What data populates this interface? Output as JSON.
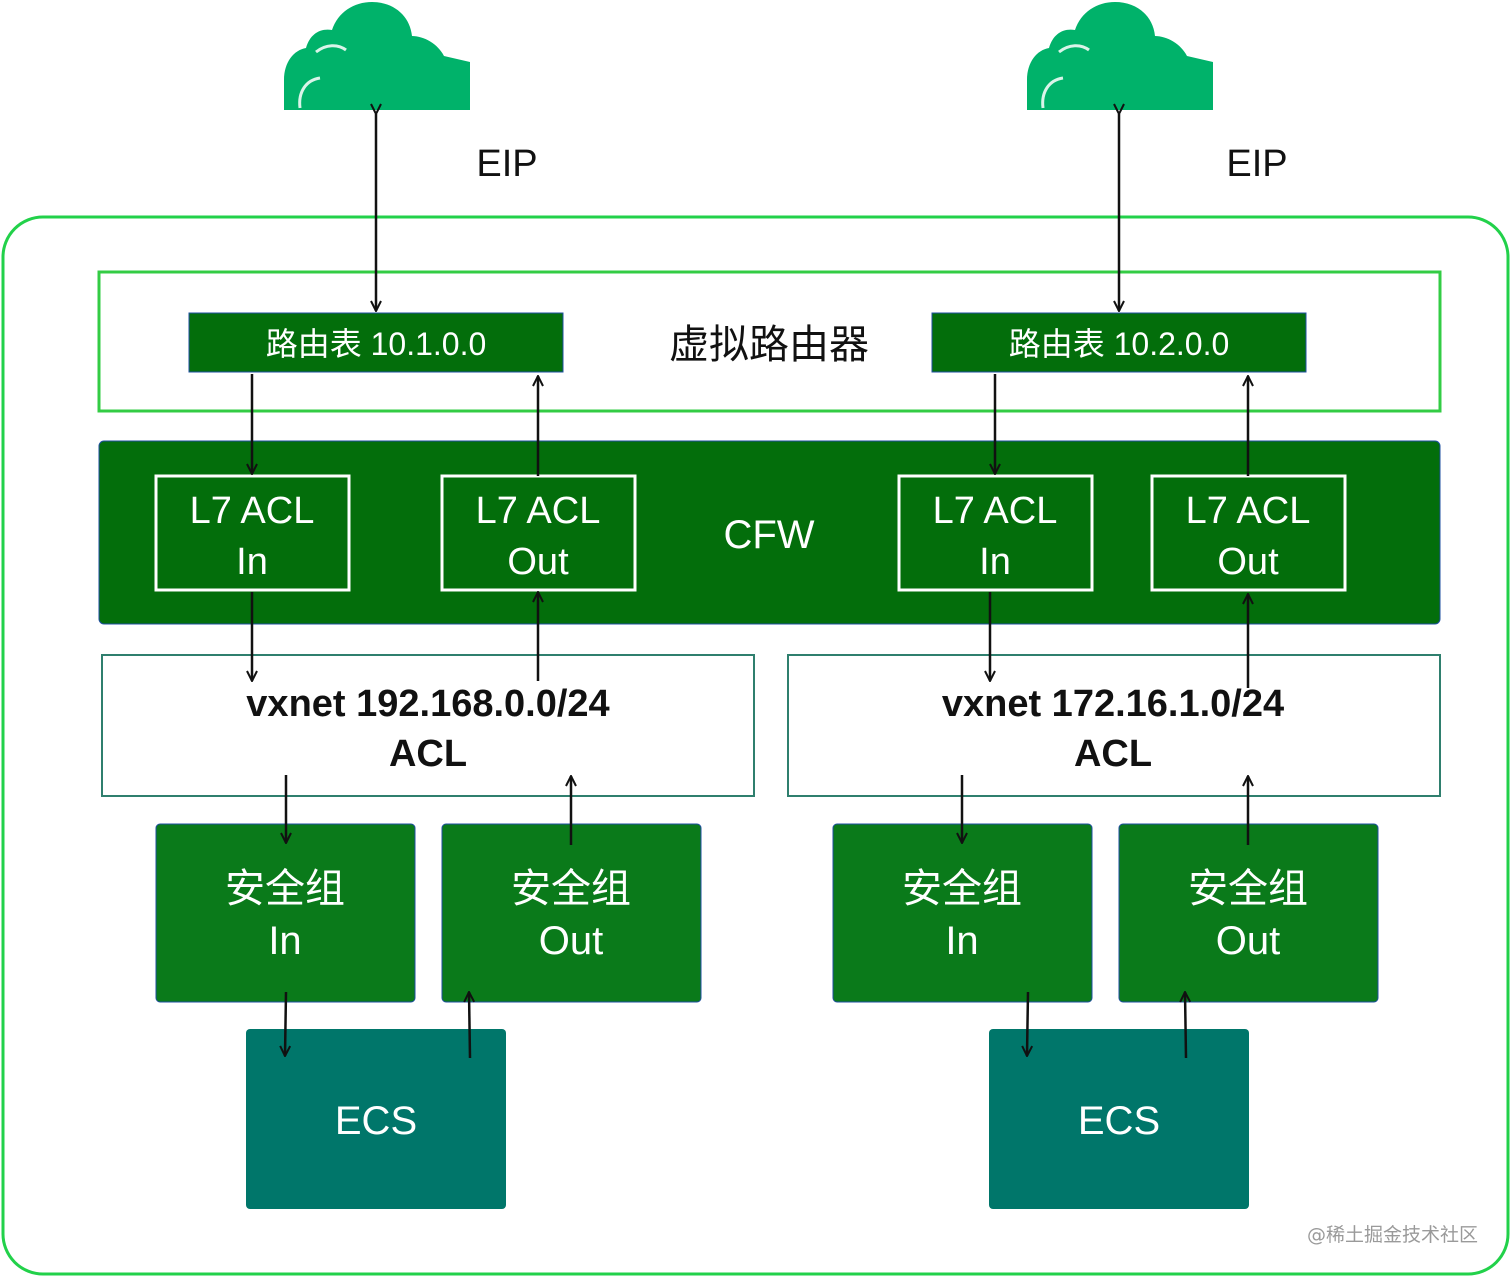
{
  "colors": {
    "cloud": "#00b26a",
    "outer_border": "#22d14a",
    "router_border": "#33cc44",
    "dark_green": "#036e0b",
    "module_green": "#0a7a1a",
    "ecs_teal": "#00766a",
    "vxnet_border": "#2f7f6e"
  },
  "icons": {
    "cloud_left": "cloud-icon",
    "cloud_right": "cloud-icon"
  },
  "eip_left": "EIP",
  "eip_right": "EIP",
  "router": {
    "label": "虚拟路由器",
    "table_left": "路由表 10.1.0.0",
    "table_right": "路由表 10.2.0.0"
  },
  "cfw": {
    "label": "CFW",
    "boxes": [
      {
        "line1": "L7 ACL",
        "line2": "In"
      },
      {
        "line1": "L7 ACL",
        "line2": "Out"
      },
      {
        "line1": "L7 ACL",
        "line2": "In"
      },
      {
        "line1": "L7 ACL",
        "line2": "Out"
      }
    ]
  },
  "vxnets": [
    {
      "line1": "vxnet 192.168.0.0/24",
      "line2": "ACL"
    },
    {
      "line1": "vxnet 172.16.1.0/24",
      "line2": "ACL"
    }
  ],
  "security_groups": [
    {
      "line1": "安全组",
      "line2": "In"
    },
    {
      "line1": "安全组",
      "line2": "Out"
    },
    {
      "line1": "安全组",
      "line2": "In"
    },
    {
      "line1": "安全组",
      "line2": "Out"
    }
  ],
  "ecs": [
    "ECS",
    "ECS"
  ],
  "watermark": "@稀土掘金技术社区"
}
